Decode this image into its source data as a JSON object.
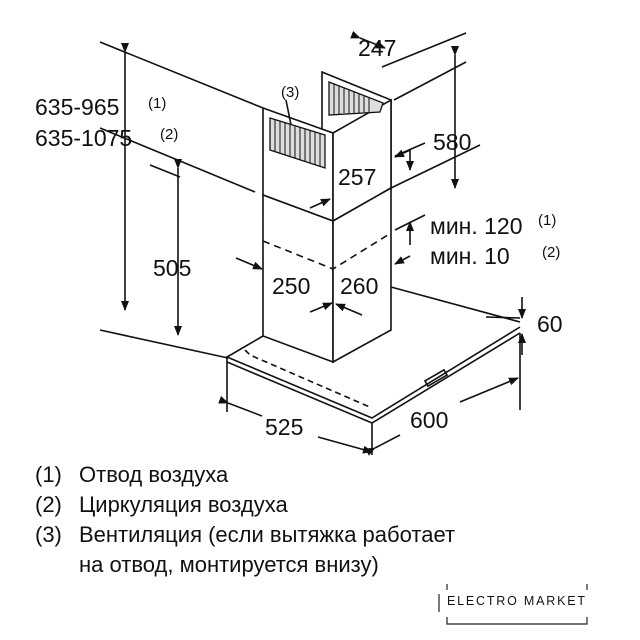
{
  "diagram": {
    "dimensions": {
      "chimney_depth": "247",
      "chimney_upper_height": "580",
      "chimney_upper_width": "257",
      "chimney_lower_height": "505",
      "chimney_lower_width": "250",
      "chimney_lower_depth": "260",
      "min_gap_1": "мин. 120",
      "min_gap_1_ref": "(1)",
      "min_gap_2": "мин. 10",
      "min_gap_2_ref": "(2)",
      "canopy_thickness": "60",
      "hood_depth": "525",
      "hood_width": "600",
      "total_height_1": "635-965",
      "total_height_1_ref": "(1)",
      "total_height_2": "635-1075",
      "total_height_2_ref": "(2)",
      "vent_ref": "(3)"
    }
  },
  "notes": [
    {
      "num": "(1)",
      "text": "Отвод воздуха"
    },
    {
      "num": "(2)",
      "text": "Циркуляция воздуха"
    },
    {
      "num": "(3)",
      "text": "Вентиляция (если вытяжка работает"
    },
    {
      "num": "",
      "text": "на отвод, монтируется внизу)"
    }
  ],
  "watermark": {
    "brand": "ELECTRO MARKET"
  }
}
